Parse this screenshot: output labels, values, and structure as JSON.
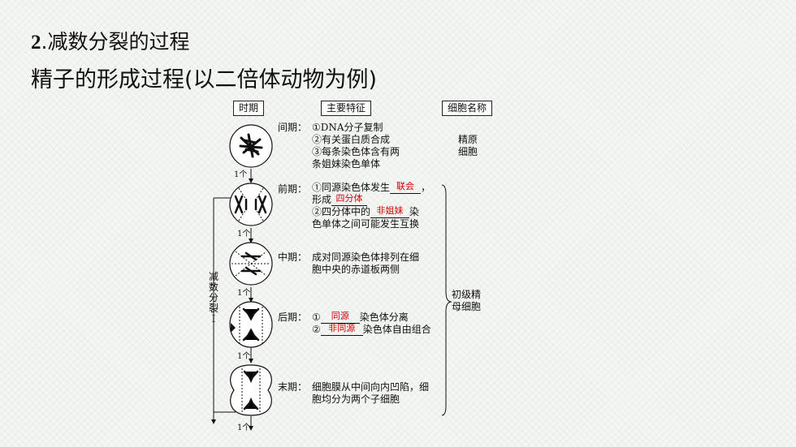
{
  "heading": {
    "number": "2",
    "title": ".减数分裂的过程"
  },
  "subheading": "精子的形成过程(以二倍体动物为例)",
  "table_headers": {
    "period": "时期",
    "features": "主要特征",
    "cell_name": "细胞名称"
  },
  "count_label": "1个",
  "side_label": {
    "chars": [
      "减",
      "数",
      "分",
      "裂"
    ],
    "roman": "Ⅰ"
  },
  "interphase": {
    "label": "间期：",
    "lines": [
      "①DNA分子复制",
      "②有关蛋白质合成",
      "③每条染色体含有两",
      "条姐妹染色单体"
    ],
    "cell_name": [
      "精原",
      "细胞"
    ]
  },
  "prophase": {
    "label": "前期：",
    "l1_pre": "①同源染色体发生",
    "l1_ans": "联会",
    "l1_post": "，",
    "l2_pre": "形成",
    "l2_ans": "四分体",
    "l3_pre": "②四分体中的",
    "l3_ans": "非姐妹",
    "l3_post": "染",
    "l4": "色单体之间可能发生互换"
  },
  "metaphase": {
    "label": "中期：",
    "lines": [
      "成对同源染色体排列在细",
      "胞中央的赤道板两侧"
    ]
  },
  "anaphase": {
    "label": "后期：",
    "l1_pre": "①",
    "l1_ans": "同源",
    "l1_post": "染色体分离",
    "l2_pre": "②",
    "l2_ans": "非同源",
    "l2_post": "染色体自由组合"
  },
  "telophase": {
    "label": "末期：",
    "lines": [
      "细胞膜从中间向内凹陷，细",
      "胞均分为两个子细胞"
    ]
  },
  "primary_cell": [
    "初级精",
    "母细胞"
  ]
}
